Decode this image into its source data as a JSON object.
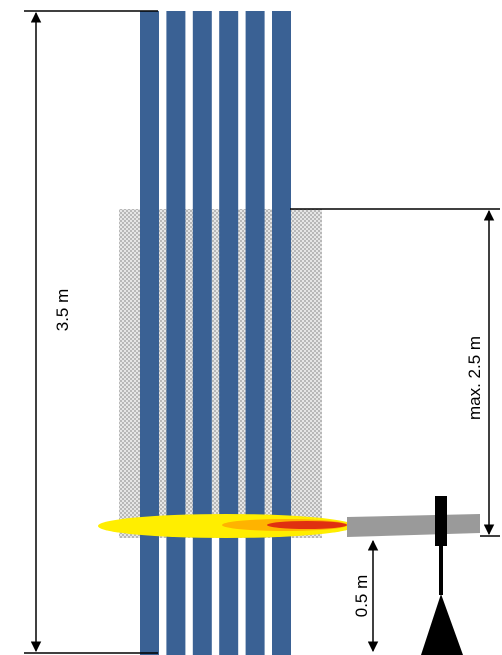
{
  "diagram": {
    "labels": {
      "total_height": "3.5 m",
      "max_height": "max. 2.5 m",
      "burner_height": "0.5 m"
    },
    "colors": {
      "cable": "#3a6194",
      "hatch_light": "#e6e6e6",
      "hatch_dark": "#b8b8b8",
      "flame_outer": "#ffee00",
      "flame_mid": "#ffb300",
      "flame_core": "#e03010",
      "burner_tube": "#9a9a9a",
      "stand": "#000000",
      "dimension_line": "#000000"
    },
    "cable_count": 6
  }
}
